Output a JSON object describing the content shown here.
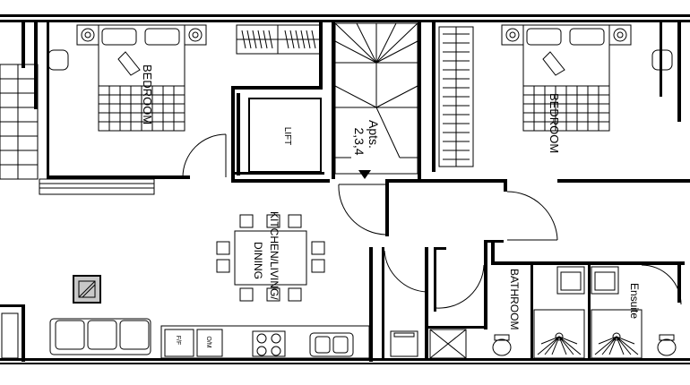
{
  "rooms": {
    "bedroom_left": "BEDROOM",
    "bedroom_right": "BEDROOM",
    "lift": "LIFT",
    "stair_label_line1": "Apts.",
    "stair_label_line2": "2,3,4",
    "kitchen": "KITCHEN/LIVING/",
    "dining": "DINING",
    "bathroom": "BATHROOM",
    "ensuite": "Ensuite"
  },
  "appliances": {
    "fridge_freezer": "F/F",
    "oven_microwave": "O/M"
  },
  "colors": {
    "line": "#000000",
    "background": "#ffffff",
    "stove_fill": "#c8c8c8"
  }
}
